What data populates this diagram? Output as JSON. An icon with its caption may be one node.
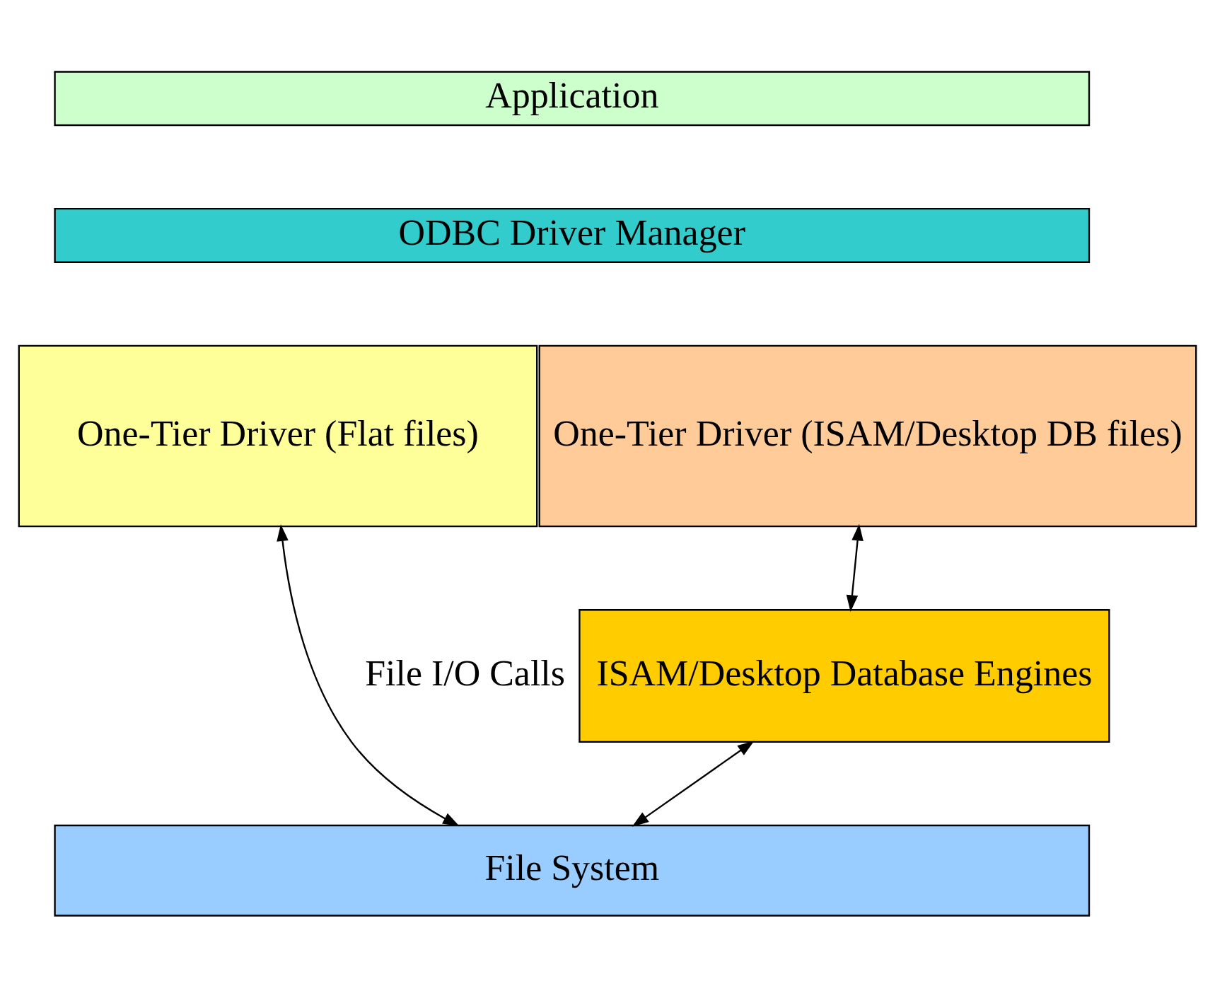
{
  "diagram": {
    "nodes": [
      {
        "text": [
          "Application"
        ]
      },
      {
        "text": [
          "ODBC Driver Manager"
        ]
      },
      {
        "text": [
          "One-Tier Driver (Flat files)"
        ]
      },
      {
        "text": [
          "One-Tier Driver (ISAM/Desktop DB files)"
        ]
      },
      {
        "text": [
          "ISAM/Desktop Database Engines"
        ]
      },
      {
        "text": [
          "File System"
        ]
      }
    ],
    "edges": [
      {
        "from": 2,
        "to": 5,
        "arrow": "both"
      },
      {
        "from": 3,
        "to": 4,
        "arrow": "both"
      },
      {
        "from": 4,
        "to": 5,
        "arrow": "both"
      }
    ],
    "labels": [
      "File I/O Calls"
    ]
  }
}
